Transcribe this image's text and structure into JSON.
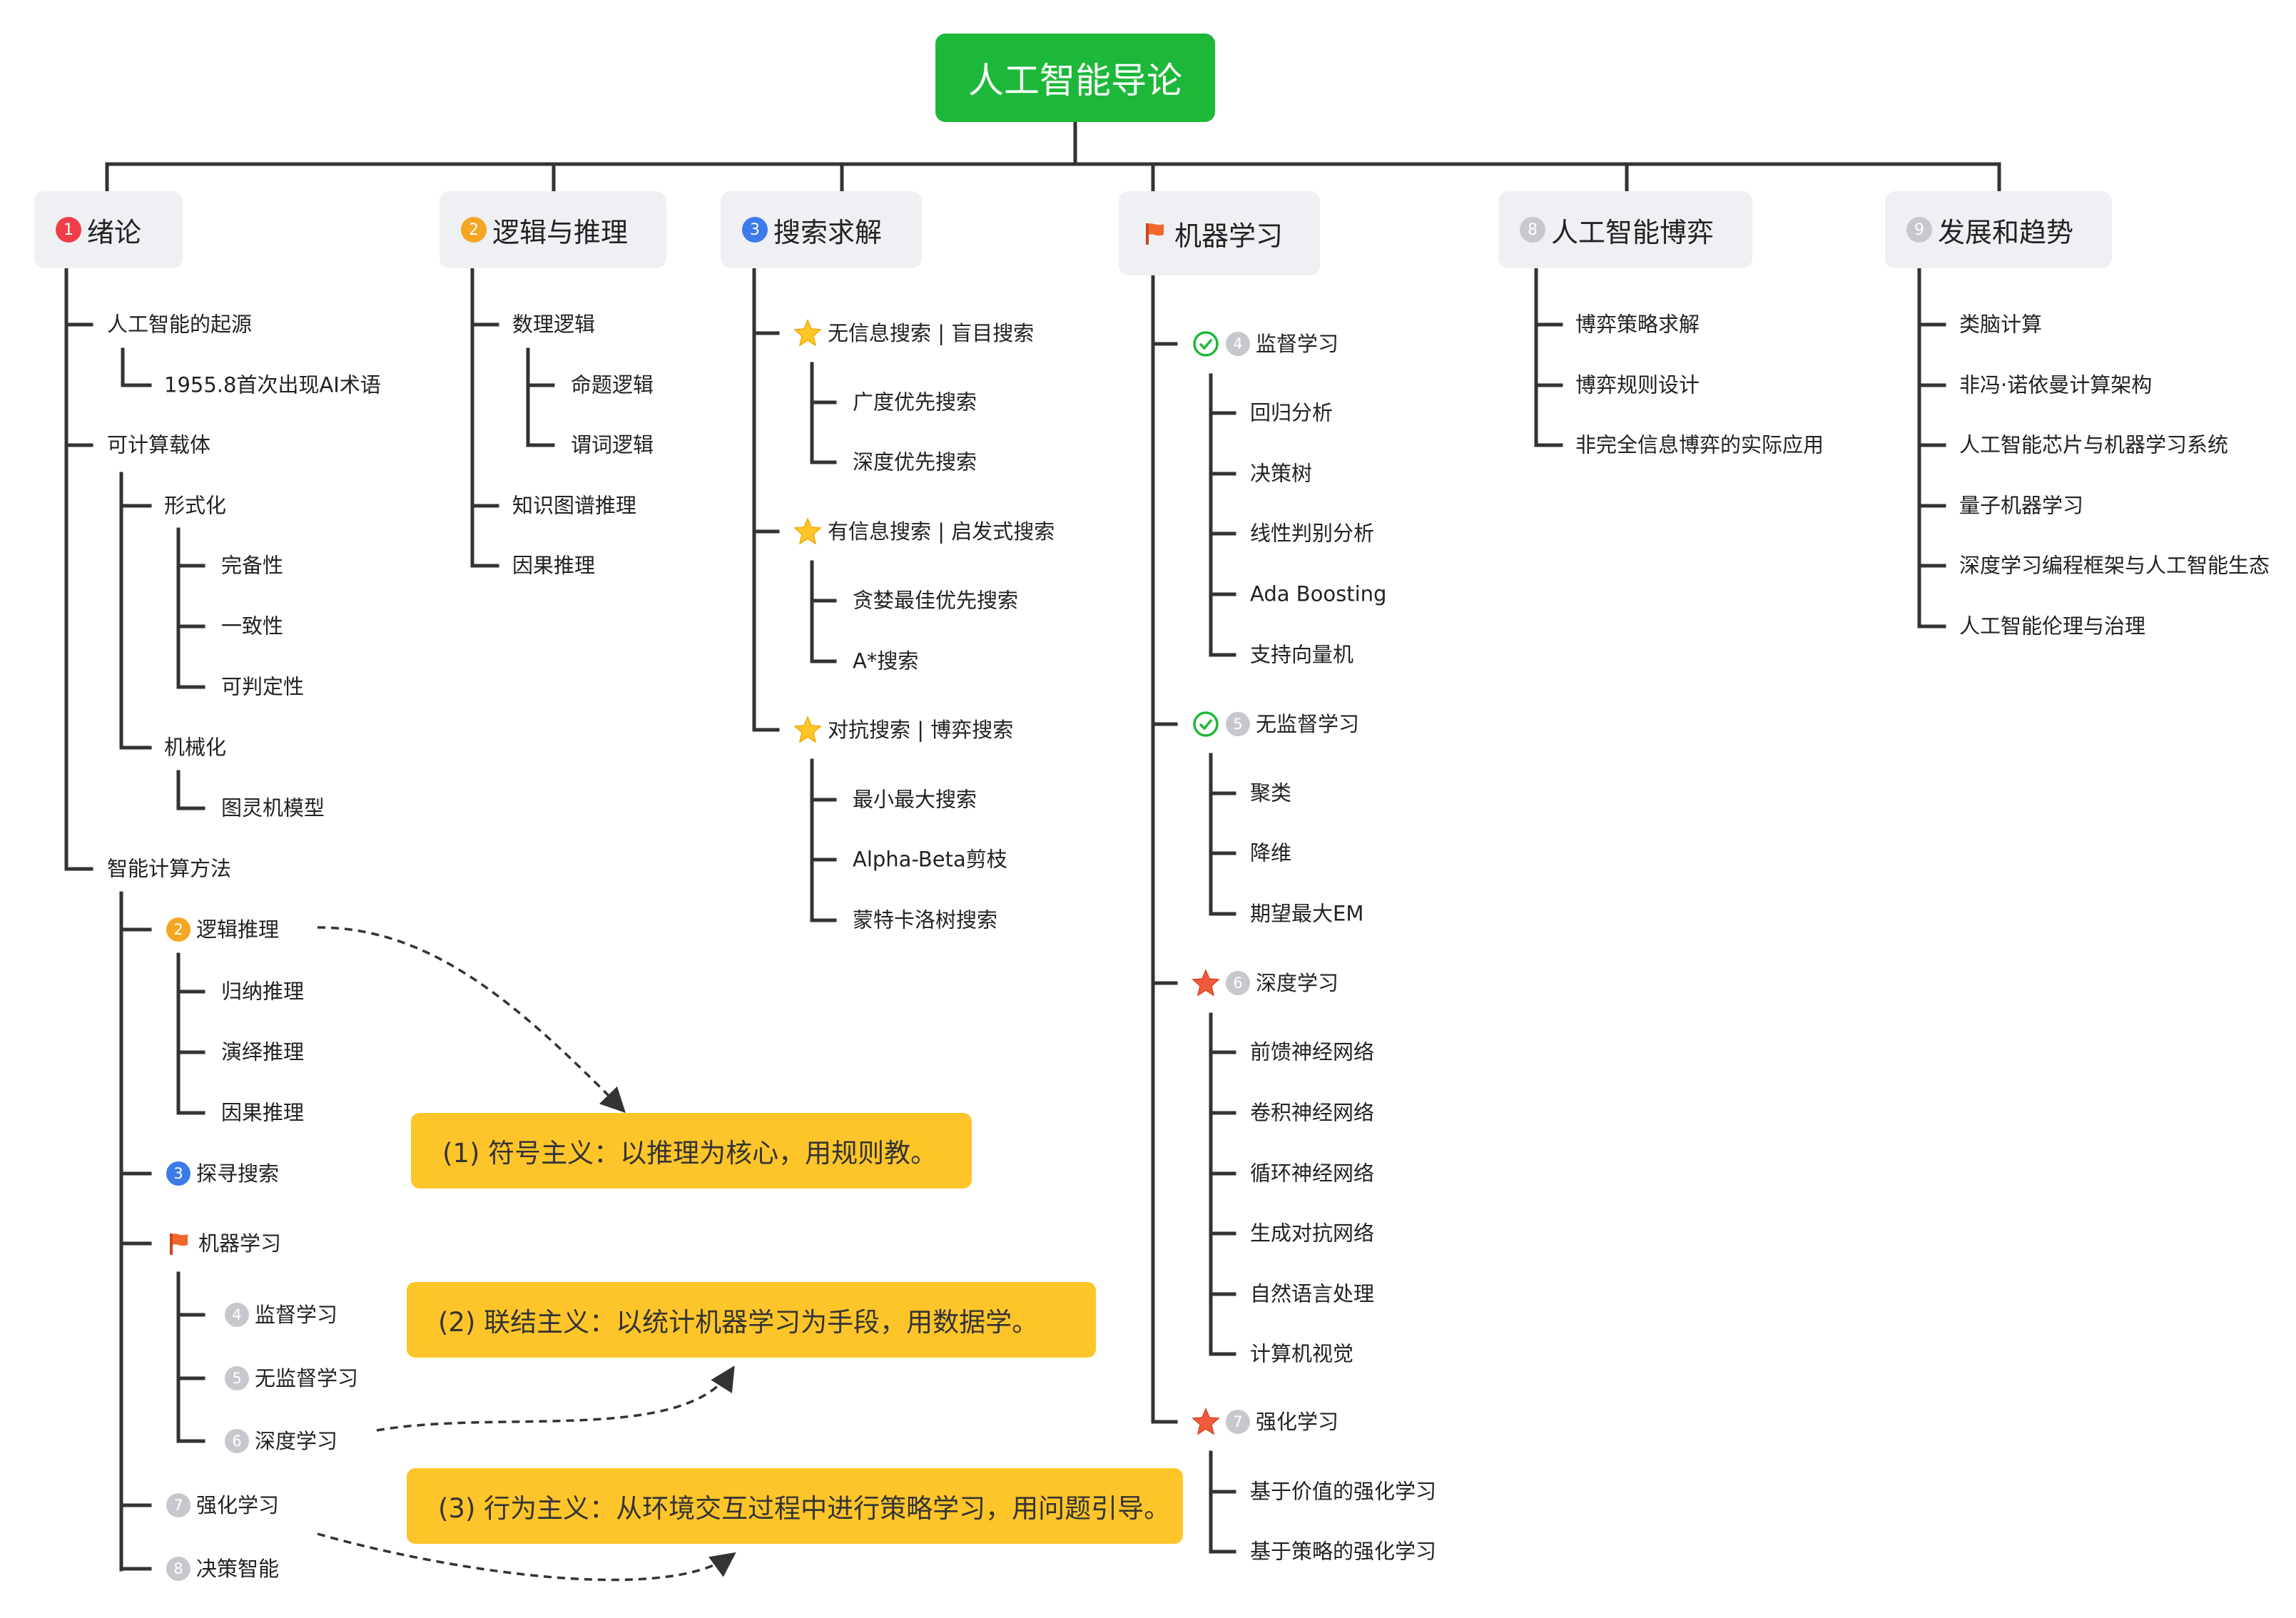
{
  "root": "人工智能导论",
  "branches": [
    {
      "num": "1",
      "label": "绪论"
    },
    {
      "num": "2",
      "label": "逻辑与推理"
    },
    {
      "num": "3",
      "label": "搜索求解"
    },
    {
      "label": "机器学习"
    },
    {
      "num": "8",
      "label": "人工智能博弈"
    },
    {
      "num": "9",
      "label": "发展和趋势"
    }
  ],
  "b1": {
    "origin": "人工智能的起源",
    "origin_1955": "1955.8首次出现AI术语",
    "carrier": "可计算载体",
    "formal": "形式化",
    "complete": "完备性",
    "consistent": "一致性",
    "decidable": "可判定性",
    "mechanical": "机械化",
    "turing": "图灵机模型",
    "methods": "智能计算方法",
    "m_logic": {
      "num": "2",
      "label": "逻辑推理"
    },
    "induction": "归纳推理",
    "deduction": "演绎推理",
    "causal": "因果推理",
    "m_search": {
      "num": "3",
      "label": "探寻搜索"
    },
    "m_ml": "机器学习",
    "m_sup": {
      "num": "4",
      "label": "监督学习"
    },
    "m_unsup": {
      "num": "5",
      "label": "无监督学习"
    },
    "m_deep": {
      "num": "6",
      "label": "深度学习"
    },
    "m_rl": {
      "num": "7",
      "label": "强化学习"
    },
    "m_dec": {
      "num": "8",
      "label": "决策智能"
    }
  },
  "b2": {
    "math_logic": "数理逻辑",
    "prop_logic": "命题逻辑",
    "pred_logic": "谓词逻辑",
    "kg": "知识图谱推理",
    "causal": "因果推理"
  },
  "b3": {
    "uninformed": "无信息搜索 | 盲目搜索",
    "bfs": "广度优先搜索",
    "dfs": "深度优先搜索",
    "informed": "有信息搜索 | 启发式搜索",
    "greedy": "贪婪最佳优先搜索",
    "astar": "A*搜索",
    "adversarial": "对抗搜索 | 博弈搜索",
    "minimax": "最小最大搜索",
    "alphabeta": "Alpha-Beta剪枝",
    "mcts": "蒙特卡洛树搜索"
  },
  "b4": {
    "sup": {
      "num": "4",
      "label": "监督学习"
    },
    "regression": "回归分析",
    "tree": "决策树",
    "lda": "线性判别分析",
    "ada": "Ada Boosting",
    "svm": "支持向量机",
    "unsup": {
      "num": "5",
      "label": "无监督学习"
    },
    "cluster": "聚类",
    "dimred": "降维",
    "em": "期望最大EM",
    "deep": {
      "num": "6",
      "label": "深度学习"
    },
    "ffn": "前馈神经网络",
    "cnn": "卷积神经网络",
    "rnn": "循环神经网络",
    "gan": "生成对抗网络",
    "nlp": "自然语言处理",
    "cv": "计算机视觉",
    "rl": {
      "num": "7",
      "label": "强化学习"
    },
    "value_rl": "基于价值的强化学习",
    "policy_rl": "基于策略的强化学习"
  },
  "b8": {
    "strategy": "博弈策略求解",
    "rules": "博弈规则设计",
    "imperfect": "非完全信息博弈的实际应用"
  },
  "b9": {
    "brain": "类脑计算",
    "nonvn": "非冯·诺依曼计算架构",
    "chips": "人工智能芯片与机器学习系统",
    "quantum": "量子机器学习",
    "frameworks": "深度学习编程框架与人工智能生态",
    "ethics": "人工智能伦理与治理"
  },
  "notes": [
    "(1) 符号主义：以推理为核心，用规则教。",
    "(2) 联结主义：以统计机器学习为手段，用数据学。",
    "(3) 行为主义：从环境交互过程中进行策略学习，用问题引导。"
  ],
  "colors": {
    "root": "#1db839",
    "branch_bg": "#eef0f3",
    "note": "#fdc52a",
    "line": "#333333",
    "badge_red": "#ef3e4a",
    "badge_orange": "#f5a623",
    "badge_blue": "#3d7be8",
    "badge_gray": "#c6c8cd",
    "check": "#1db839",
    "star_yellow": "#ffc62a",
    "star_red": "#f05b3c"
  }
}
